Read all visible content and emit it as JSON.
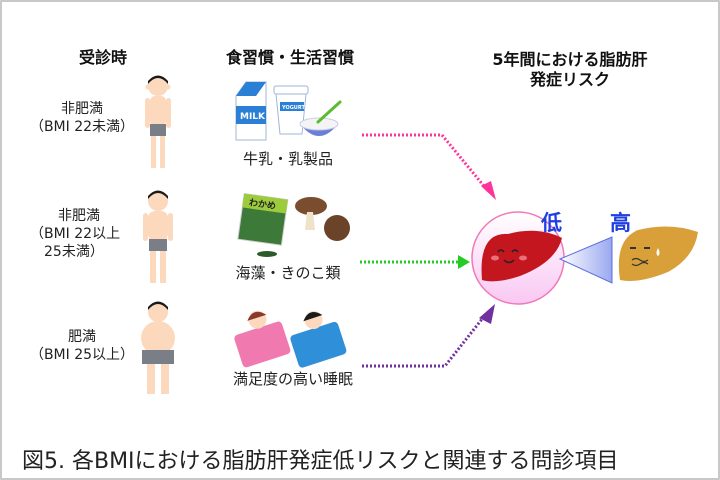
{
  "columns": {
    "visit": "受診時",
    "habits": "食習慣・生活習慣",
    "risk_line1": "5年間における脂肪肝",
    "risk_line2": "発症リスク"
  },
  "rows": [
    {
      "bmi_lines": [
        "非肥満",
        "（BMI 22未満）"
      ],
      "body_type": "slim",
      "habit_label": "牛乳・乳製品",
      "habit_icon": "milk-yogurt-icon",
      "arrow_color": "#ff3399"
    },
    {
      "bmi_lines": [
        "非肥満",
        "（BMI 22以上",
        "25未満）"
      ],
      "body_type": "medium",
      "habit_label": "海藻・きのこ類",
      "habit_icon": "seaweed-mushroom-icon",
      "arrow_color": "#22cc22"
    },
    {
      "bmi_lines": [
        "肥満",
        "（BMI 25以上）"
      ],
      "body_type": "heavy",
      "habit_label": "満足度の高い睡眠",
      "habit_icon": "sleeping-people-icon",
      "arrow_color": "#7030a0"
    }
  ],
  "risk": {
    "low_label": "低",
    "high_label": "高",
    "label_color": "#1f3fe0",
    "healthy_liver_icon": "healthy-liver-icon",
    "fatty_liver_icon": "fatty-liver-icon"
  },
  "illustrations": {
    "milk_text": "MILK",
    "yogurt_text": "YOGURT",
    "wakame_text": "わかめ"
  },
  "caption": "図5. 各BMIにおける脂肪肝発症低リスクと関連する問診項目"
}
